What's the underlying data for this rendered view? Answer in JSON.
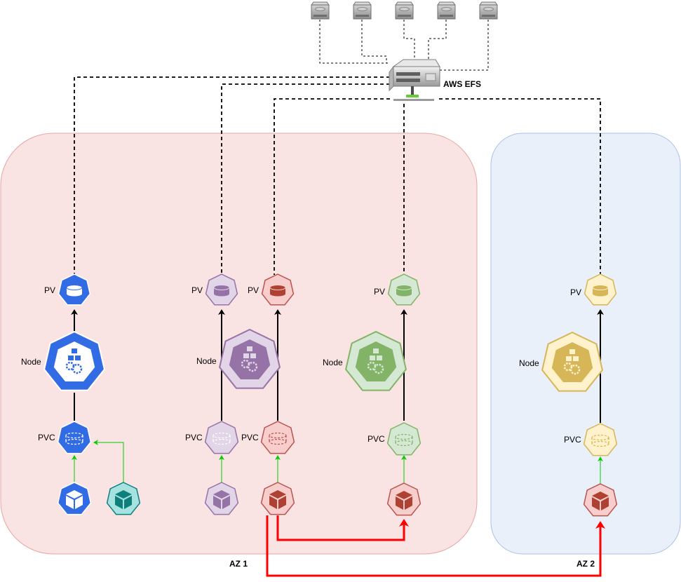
{
  "labels": {
    "efs": "AWS EFS",
    "pv": "PV",
    "pvc": "PVC",
    "node": "Node",
    "az1": "AZ 1",
    "az2": "AZ 2"
  },
  "colors": {
    "blue": "#326ce5",
    "purple": "#e1d5e7",
    "purple_stroke": "#9673a6",
    "red": "#f8cecc",
    "red_stroke": "#b85450",
    "green": "#d5e8d4",
    "green_stroke": "#82b366",
    "yellow": "#fff2cc",
    "yellow_stroke": "#d6b656",
    "teal": "#2fb5b0",
    "az1_fill": "#fae3e3",
    "az2_fill": "#eaf0fa",
    "link_red": "#ff0000",
    "link_green": "#00cc00"
  }
}
